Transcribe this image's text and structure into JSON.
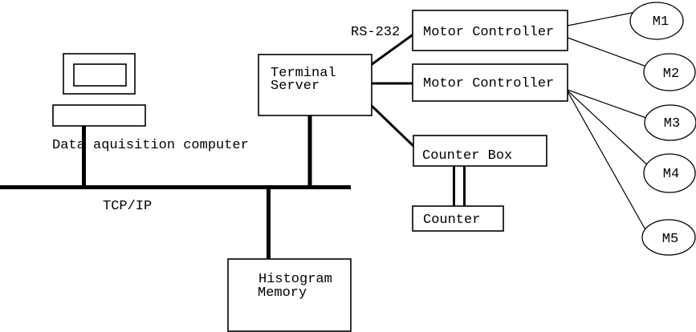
{
  "diagram": {
    "title": "Data acquisition system diagram",
    "background": "#ffffff",
    "line_color": "#000000",
    "computer": {
      "label": "Data aquisition computer"
    },
    "terminal_server": {
      "line1": "Terminal",
      "line2": "Server"
    },
    "serial_label": "RS-232",
    "network_label": "TCP/IP",
    "motor_controllers": [
      {
        "label": "Motor Controller"
      },
      {
        "label": "Motor Controller"
      }
    ],
    "motors": [
      {
        "label": "M1"
      },
      {
        "label": "M2"
      },
      {
        "label": "M3"
      },
      {
        "label": "M4"
      },
      {
        "label": "M5"
      }
    ],
    "counter_box": {
      "label": "Counter Box"
    },
    "counter": {
      "label": "Counter"
    },
    "histogram_memory": {
      "line1": "Histogram",
      "line2": "Memory"
    },
    "connections": [
      {
        "from": "data-aquisition-computer",
        "to": "tcpip-bus",
        "style": "thick"
      },
      {
        "from": "terminal-server",
        "to": "tcpip-bus",
        "style": "thick"
      },
      {
        "from": "histogram-memory",
        "to": "tcpip-bus",
        "style": "thick"
      },
      {
        "from": "terminal-server",
        "to": "motor-controller-1",
        "style": "serial",
        "label": "RS-232"
      },
      {
        "from": "terminal-server",
        "to": "motor-controller-2",
        "style": "serial"
      },
      {
        "from": "terminal-server",
        "to": "counter-box",
        "style": "serial"
      },
      {
        "from": "motor-controller-1",
        "to": "M1",
        "style": "thin"
      },
      {
        "from": "motor-controller-1",
        "to": "M2",
        "style": "thin"
      },
      {
        "from": "motor-controller-2",
        "to": "M3",
        "style": "thin"
      },
      {
        "from": "motor-controller-2",
        "to": "M4",
        "style": "thin"
      },
      {
        "from": "motor-controller-2",
        "to": "M5",
        "style": "thin"
      },
      {
        "from": "counter-box",
        "to": "counter",
        "style": "double"
      }
    ]
  }
}
